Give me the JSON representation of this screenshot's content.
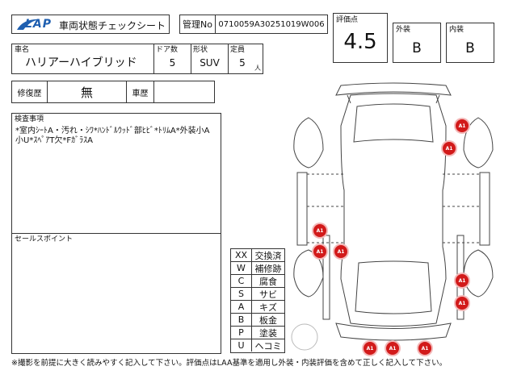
{
  "header": {
    "logo_text": "LAP",
    "title": "車両状態チェックシート",
    "management_label": "管理No",
    "management_no": "0710059A30251019W006"
  },
  "vehicle": {
    "name_label": "車名",
    "name": "ハリアーハイブリッド",
    "doors_label": "ドア数",
    "doors": "5",
    "shape_label": "形状",
    "shape": "SUV",
    "capacity_label": "定員",
    "capacity": "5",
    "capacity_unit": "人"
  },
  "grades": {
    "score_label": "評価点",
    "score": "4.5",
    "exterior_label": "外装",
    "exterior": "B",
    "interior_label": "内装",
    "interior": "B"
  },
  "history": {
    "repair_label": "修復歴",
    "repair_value": "無",
    "vehicle_history_label": "車歴",
    "vehicle_history_value": ""
  },
  "inspection": {
    "label": "検査事項",
    "text": "*室内ｼｰﾄA・汚れ・ｼﾜ*ﾊﾝﾄﾞﾙｳｯﾄﾞ部ﾋﾋﾞ*ﾄﾘﾑA*外装小A小U*ｽﾍﾟｱT欠*FｶﾞﾗｽA"
  },
  "sales_point": {
    "label": "セールスポイント",
    "text": ""
  },
  "legend": [
    {
      "code": "XX",
      "meaning": "交換済"
    },
    {
      "code": "W",
      "meaning": "補修跡"
    },
    {
      "code": "C",
      "meaning": "腐食"
    },
    {
      "code": "S",
      "meaning": "サビ"
    },
    {
      "code": "A",
      "meaning": "キズ"
    },
    {
      "code": "B",
      "meaning": "板金"
    },
    {
      "code": "P",
      "meaning": "塗装"
    },
    {
      "code": "U",
      "meaning": "ヘコミ"
    }
  ],
  "damage_marks": [
    {
      "code": "A1",
      "location": "right-front-fender"
    },
    {
      "code": "A1",
      "location": "right-front-door"
    },
    {
      "code": "A1",
      "location": "left-rear-door-lower"
    },
    {
      "code": "A1",
      "location": "left-rear-quarter-1"
    },
    {
      "code": "A1",
      "location": "left-rear-quarter-2"
    },
    {
      "code": "A1",
      "location": "right-rear-quarter-1"
    },
    {
      "code": "A1",
      "location": "right-rear-quarter-2"
    },
    {
      "code": "A1",
      "location": "rear-bumper-left"
    },
    {
      "code": "A1",
      "location": "rear-bumper-center"
    },
    {
      "code": "A1",
      "location": "rear-bumper-right"
    }
  ],
  "footer": {
    "note": "※撮影を前提に大きく読みやすく記入して下さい。評価点はLAA基準を適用し外装・内装評価を含めて正しく記入して下さい。"
  }
}
